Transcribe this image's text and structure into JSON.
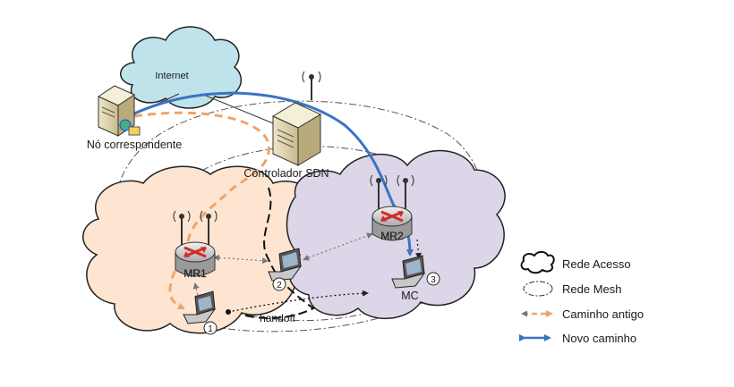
{
  "labels": {
    "internet": "Internet",
    "correspondent": "Nó correspondente",
    "controller": "Controlador SDN",
    "mr1": "MR1",
    "mr2": "MR2",
    "mc": "MC",
    "handoff": "handoff",
    "step1": "1",
    "step2": "2",
    "step3": "3"
  },
  "legend": [
    {
      "name": "legend-access-network",
      "text": "Rede Acesso"
    },
    {
      "name": "legend-mesh-network",
      "text": "Rede Mesh"
    },
    {
      "name": "legend-old-path",
      "text": "Caminho antigo"
    },
    {
      "name": "legend-new-path",
      "text": "Novo caminho"
    }
  ],
  "colors": {
    "internet_cloud": "#bfe3ea",
    "access_cloud": "#fde5d1",
    "mesh_cloud": "#dcd6e8",
    "old_path": "#f0a46a",
    "new_path": "#3b73c4",
    "router_red": "#d22b2b"
  }
}
